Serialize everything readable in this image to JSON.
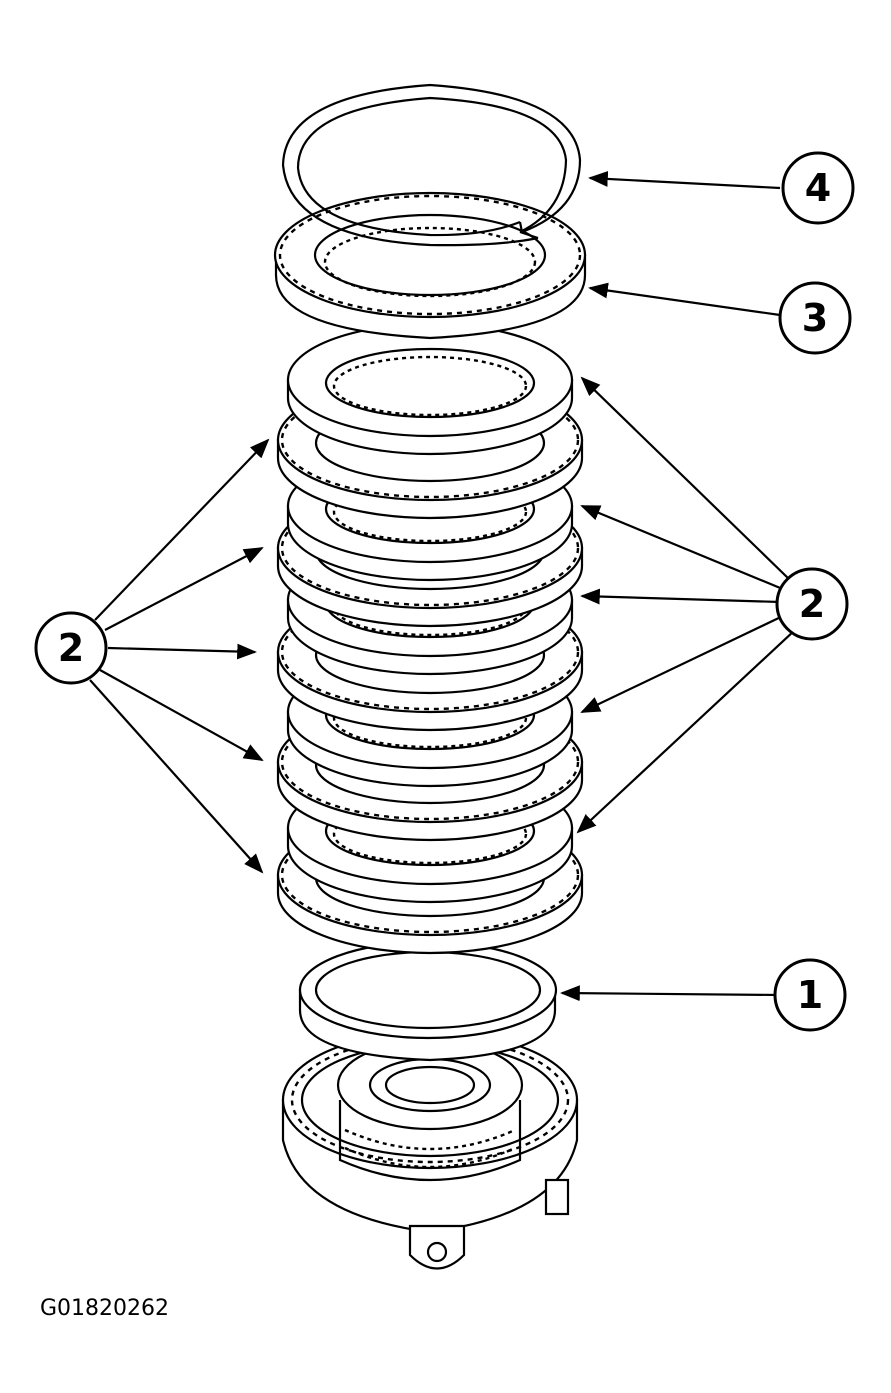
{
  "callouts": {
    "snap_ring": "4",
    "pressure_plate": "3",
    "plates_left": "2",
    "plates_right": "2",
    "spring_retainer": "1"
  },
  "figure_code": "G01820262",
  "colors": {
    "line": "#000000",
    "background": "#ffffff"
  }
}
